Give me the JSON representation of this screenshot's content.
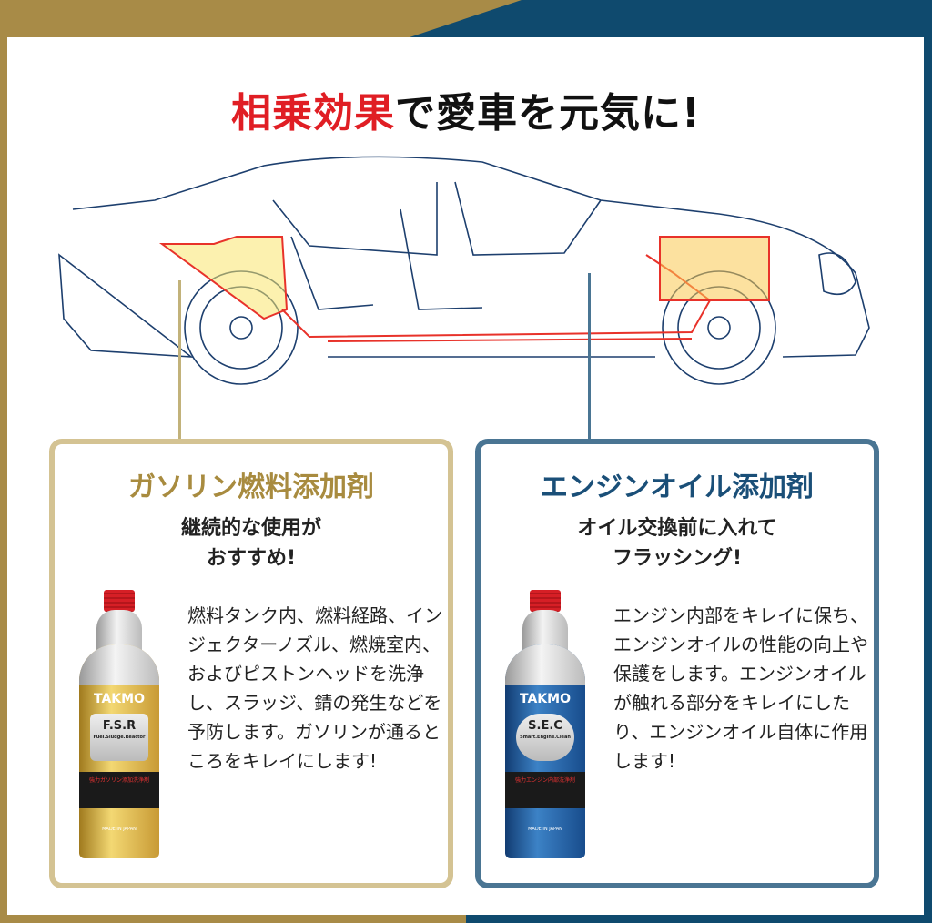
{
  "headline": {
    "highlight": "相乗効果",
    "rest": "で愛車を元気に!"
  },
  "colors": {
    "gold": "#a88b3f",
    "navy": "#0f4a6e",
    "red": "#e01e24",
    "gold_border": "#d4c393",
    "blue_border": "#4a7593"
  },
  "cards": [
    {
      "title": "ガソリン燃料添加剤",
      "subtitle_line1": "継続的な使用が",
      "subtitle_line2": "おすすめ!",
      "description": "燃料タンク内、燃料経路、インジェクターノズル、燃焼室内、およびピストンヘッドを洗浄し、スラッジ、錆の発生などを予防します。ガソリンが通るところをキレイにします!",
      "product": {
        "brand": "TAKMO",
        "name": "F.S.R",
        "full_name": "Fuel.Sludge.Reactor",
        "tagline": "強力ガソリン添加洗浄剤",
        "origin": "MADE IN JAPAN"
      }
    },
    {
      "title": "エンジンオイル添加剤",
      "subtitle_line1": "オイル交換前に入れて",
      "subtitle_line2": "フラッシング!",
      "description": "エンジン内部をキレイに保ち、エンジンオイルの性能の向上や保護をします。エンジンオイルが触れる部分をキレイにしたり、エンジンオイル自体に作用します!",
      "product": {
        "brand": "TAKMO",
        "name": "S.E.C",
        "full_name": "Smart.Engine.Clean",
        "tagline": "強力エンジン内部洗浄剤",
        "origin": "MADE IN JAPAN"
      }
    }
  ]
}
